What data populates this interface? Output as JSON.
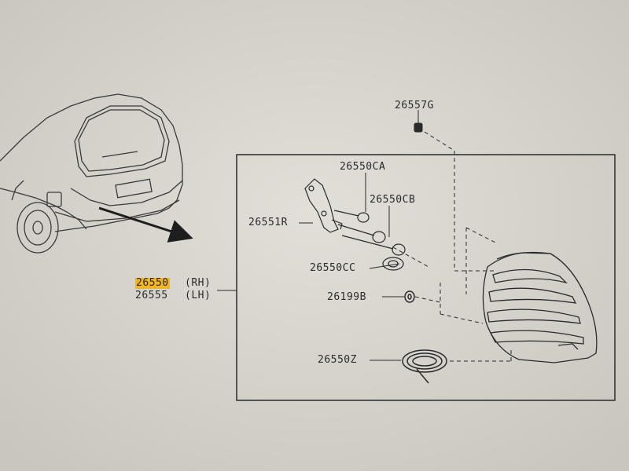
{
  "parts": {
    "p26557g": "26557G",
    "p26550ca": "26550CA",
    "p26550cb": "26550CB",
    "p26551r": "26551R",
    "p26550cc": "26550CC",
    "p26199b": "26199B",
    "p26550z": "26550Z",
    "assy_rh_number": "26550",
    "assy_rh_side": "(RH)",
    "assy_lh_number": "26555",
    "assy_lh_side": "(LH)"
  },
  "colors": {
    "paper": "#d9d6d0",
    "ink": "#2b2b2b",
    "highlight": "#f0b428"
  }
}
